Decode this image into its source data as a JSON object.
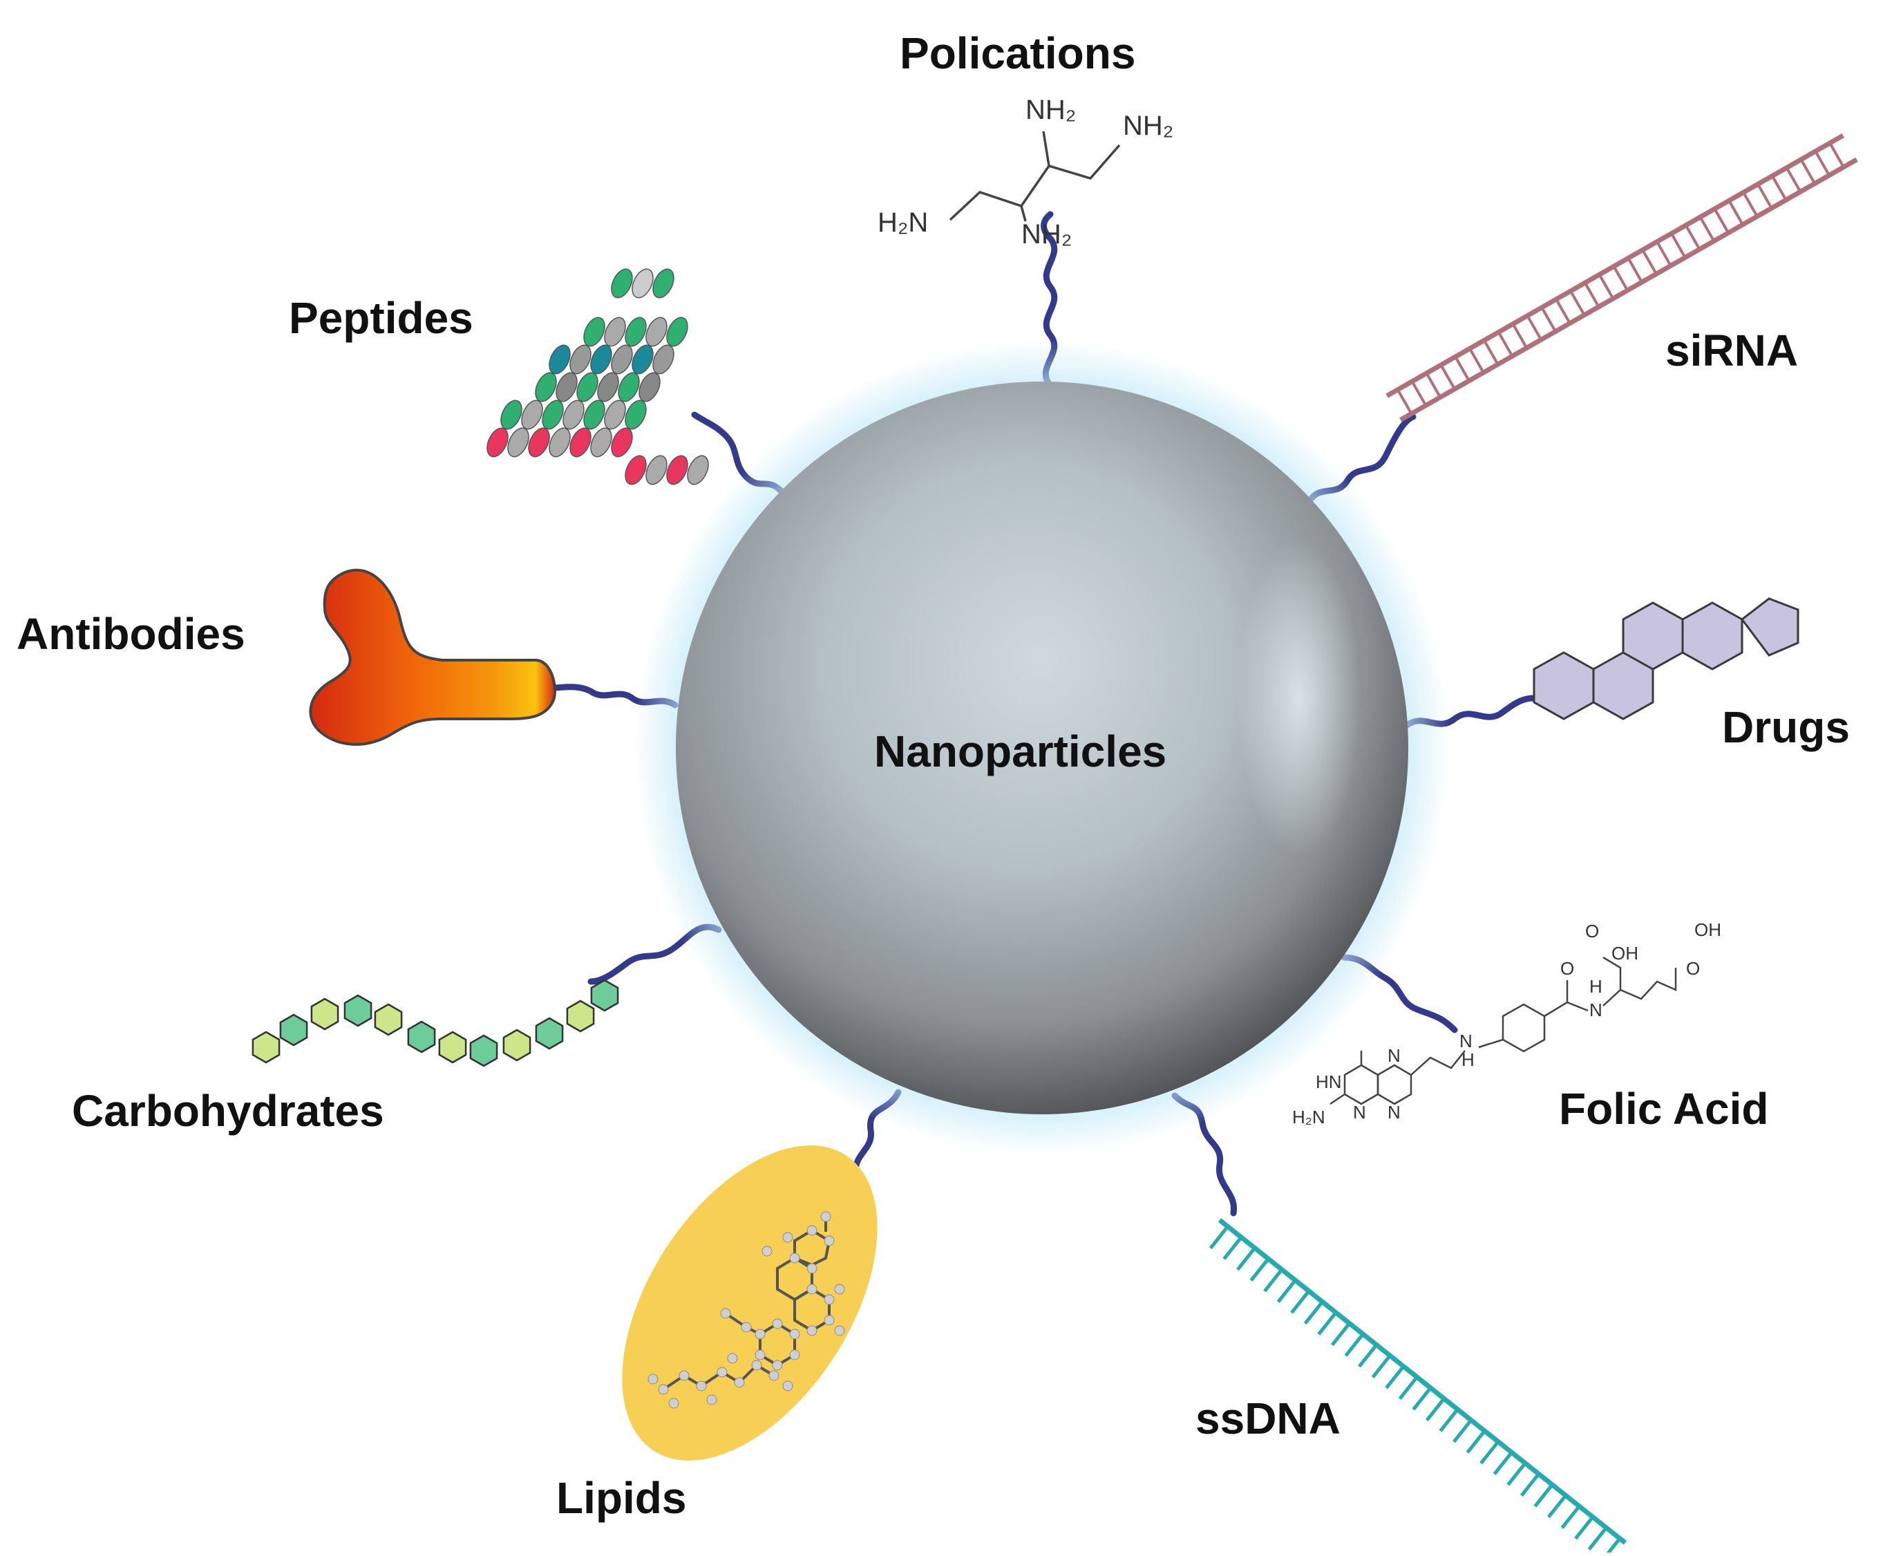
{
  "center": {
    "label": "Nanoparticles"
  },
  "ligands": {
    "polications": {
      "label": "Polications",
      "groups": [
        "NH₂",
        "NH₂",
        "H₂N",
        "NH₂"
      ]
    },
    "sirna": {
      "label": "siRNA"
    },
    "drugs": {
      "label": "Drugs"
    },
    "folic_acid": {
      "label": "Folic Acid",
      "atoms": [
        "OH",
        "O",
        "OH",
        "O",
        "H",
        "N",
        "O",
        "N",
        "HN",
        "H₂N",
        "N",
        "N",
        "N",
        "H"
      ]
    },
    "ssdna": {
      "label": "ssDNA"
    },
    "lipids": {
      "label": "Lipids"
    },
    "carbohydrates": {
      "label": "Carbohydrates"
    },
    "antibodies": {
      "label": "Antibodies"
    },
    "peptides": {
      "label": "Peptides"
    }
  },
  "colors": {
    "linker": "#333a8c",
    "sphere_light": "#c9d3d8",
    "sphere_dark": "#4f5154",
    "glow": "#bfe8f7",
    "sirna": "#b0707a",
    "drug_fill": "#c8c3df",
    "ssdna": "#26aab0",
    "lipid_fill": "#f7cf55",
    "antibody_red": "#d42a10",
    "antibody_orange": "#f28a0e",
    "antibody_yellow": "#fcc20f",
    "carb_green": "#6ccd9a",
    "carb_lime": "#cde68a"
  }
}
